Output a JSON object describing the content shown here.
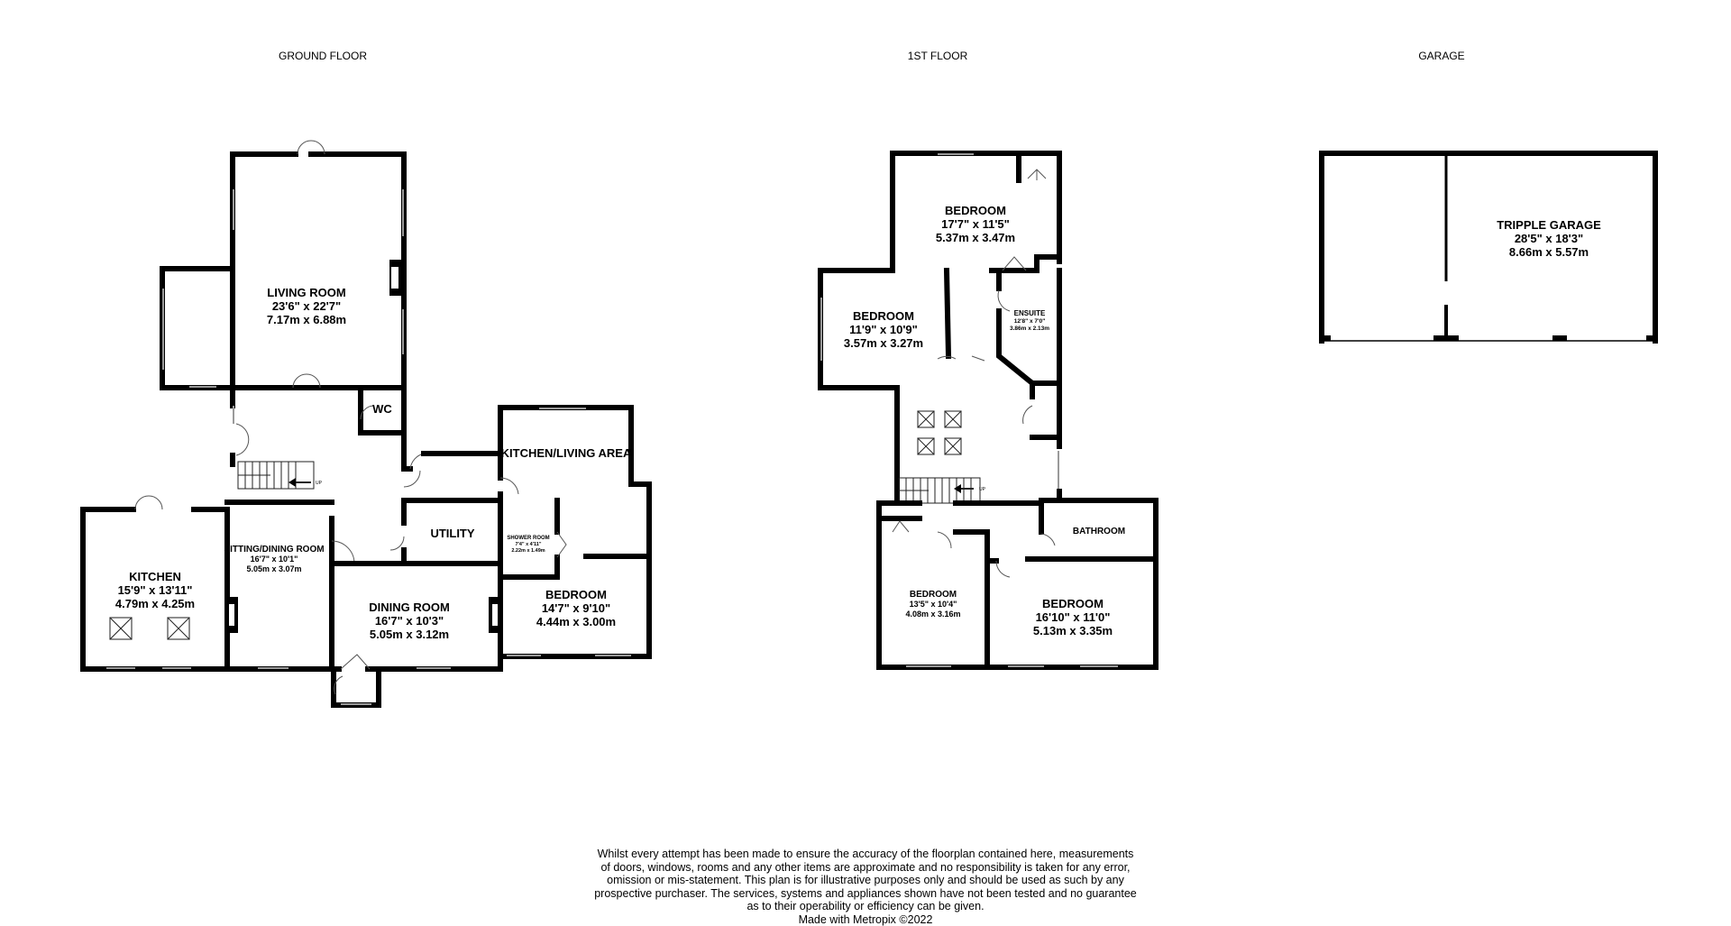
{
  "floors": {
    "ground": "GROUND FLOOR",
    "first": "1ST FLOOR",
    "garage": "GARAGE"
  },
  "rooms": {
    "living": {
      "name": "LIVING ROOM",
      "imperial": "23'6\"  x 22'7\"",
      "metric": "7.17m  x 6.88m"
    },
    "wc": {
      "name": "WC"
    },
    "kitchen_living": {
      "name": "KITCHEN/LIVING AREA"
    },
    "utility": {
      "name": "UTILITY"
    },
    "shower": {
      "name": "SHOWER ROOM",
      "imperial": "7'4\" x 4'11\"",
      "metric": "2.22m x 1.49m"
    },
    "kitchen": {
      "name": "KITCHEN",
      "imperial": "15'9\"  x 13'11\"",
      "metric": "4.79m  x 4.25m"
    },
    "sitting": {
      "name": "SITTING/DINING ROOM",
      "imperial": "16'7\"  x 10'1\"",
      "metric": "5.05m  x 3.07m"
    },
    "dining": {
      "name": "DINING ROOM",
      "imperial": "16'7\"  x 10'3\"",
      "metric": "5.05m  x 3.12m"
    },
    "gbedroom": {
      "name": "BEDROOM",
      "imperial": "14'7\"  x 9'10\"",
      "metric": "4.44m  x 3.00m"
    },
    "bed1": {
      "name": "BEDROOM",
      "imperial": "17'7\"  x 11'5\"",
      "metric": "5.37m  x 3.47m"
    },
    "bed2": {
      "name": "BEDROOM",
      "imperial": "11'9\"  x 10'9\"",
      "metric": "3.57m  x 3.27m"
    },
    "ensuite": {
      "name": "ENSUITE",
      "imperial": "12'8\"  x 7'0\"",
      "metric": "3.86m  x 2.13m"
    },
    "bathroom": {
      "name": "BATHROOM"
    },
    "bed3": {
      "name": "BEDROOM",
      "imperial": "13'5\"  x 10'4\"",
      "metric": "4.08m  x 3.16m"
    },
    "bed4": {
      "name": "BEDROOM",
      "imperial": "16'10\"  x 11'0\"",
      "metric": "5.13m  x 3.35m"
    },
    "garage": {
      "name": "TRIPPLE GARAGE",
      "imperial": "28'5\"  x 18'3\"",
      "metric": "8.66m  x 5.57m"
    }
  },
  "stairs_label": "UP",
  "disclaimer": [
    "Whilst every attempt has been made to ensure the accuracy of the floorplan contained here, measurements",
    "of doors, windows, rooms and any other items are approximate and no responsibility is taken for any error,",
    "omission or mis-statement. This plan is for illustrative purposes only and should be used as such by any",
    "prospective purchaser. The services, systems and appliances shown have not been tested and no guarantee",
    "as to their operability or efficiency can be given.",
    "Made with Metropix ©2022"
  ]
}
